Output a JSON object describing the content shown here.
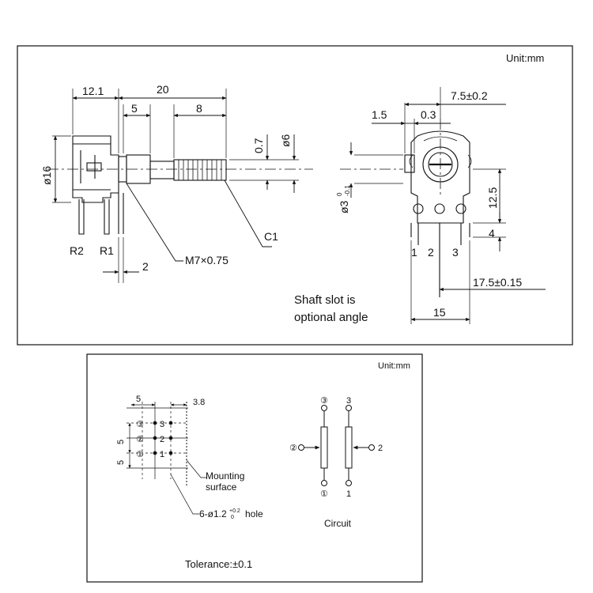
{
  "top_panel": {
    "unit": "Unit:mm",
    "side_view": {
      "dim_overall": "20",
      "dim_body": "12.1",
      "dim_bushing": "5",
      "dim_knurl": "8",
      "dim_slot": "0.7",
      "dim_shaft_dia": "ø6",
      "dim_body_dia": "ø16",
      "terminal_r2": "R2",
      "terminal_r1": "R1",
      "dim_two": "2",
      "thread": "M7×0.75",
      "chamfer": "C1"
    },
    "front_view": {
      "dim_width_tol": "7.5±0.2",
      "dim_offset": "1.5",
      "dim_slot_w": "0.3",
      "dim_height": "12.5",
      "dim_pin_dia": "ø3",
      "dim_pin_tol_top": "0",
      "dim_pin_tol_bot": "-0.1",
      "dim_four": "4",
      "pin_1": "1",
      "pin_2": "2",
      "pin_3": "3",
      "dim_shaft_len": "17.5±0.15",
      "dim_width": "15"
    },
    "note_line1": "Shaft slot is",
    "note_line2": "optional angle"
  },
  "bottom_panel": {
    "unit": "Unit:mm",
    "pcb": {
      "dim_pitch_x": "5",
      "dim_offset_x": "3.8",
      "dim_pitch_y1": "5",
      "dim_pitch_y2": "5",
      "hole_labels_left": [
        "③",
        "②",
        "①"
      ],
      "hole_labels_right": [
        "3",
        "2",
        "1"
      ],
      "mounting_line1": "Mounting",
      "mounting_line2": "surface",
      "hole_spec": "6-ø1.2",
      "hole_tol_top": "+0.2",
      "hole_tol_bot": "0",
      "hole_word": "hole"
    },
    "circuit": {
      "left_top": "③",
      "left_mid": "②",
      "left_bot": "①",
      "right_top": "3",
      "right_mid": "2",
      "right_bot": "1",
      "caption": "Circuit"
    },
    "tolerance": "Tolerance:±0.1"
  }
}
